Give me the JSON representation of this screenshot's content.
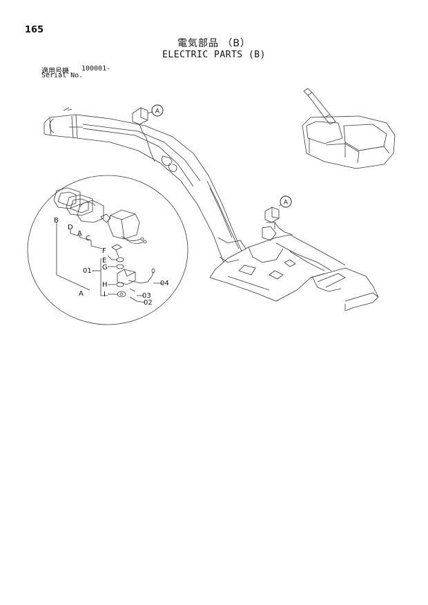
{
  "header": {
    "page_number": "165",
    "title_jp": "電気部品 （B）",
    "title_en": "ELECTRIC PARTS (B)"
  },
  "serial": {
    "label_jp": "適用号機",
    "value": "100001-",
    "label_en": "Serial No."
  },
  "callouts": {
    "boom_marker": "A",
    "cab_marker": "A"
  },
  "detail": {
    "letters": {
      "b": "B",
      "d": "D",
      "a": "A",
      "c": "C",
      "f": "F",
      "e": "E",
      "g": "G",
      "h": "H",
      "i": "I",
      "assembly": "A"
    },
    "part_numbers": {
      "p01": "01-",
      "p02": "02",
      "p03": "03",
      "p04": "04"
    }
  }
}
